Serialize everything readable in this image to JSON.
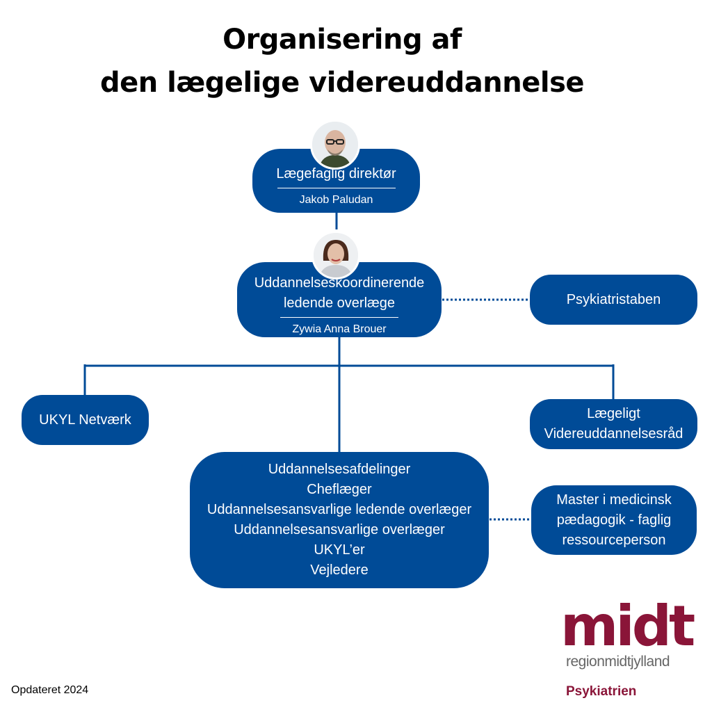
{
  "title": {
    "line1": "Organisering af",
    "line2": "den lægelige videreuddannelse"
  },
  "nodes": {
    "director": {
      "role": "Lægefaglig direktør",
      "name": "Jakob Paludan"
    },
    "coordinator": {
      "role_line1": "Uddannelseskoordinerende",
      "role_line2": "ledende overlæge",
      "name": "Zywia Anna Brouer"
    },
    "psychiatry_staff": {
      "label": "Psykiatristaben"
    },
    "ukyl_network": {
      "label": "UKYL Netværk"
    },
    "council": {
      "line1": "Lægeligt",
      "line2": "Videreuddannelsesråd"
    },
    "departments": {
      "lines": [
        "Uddannelsesafdelinger",
        "Cheflæger",
        "Uddannelsesansvarlige ledende overlæger",
        "Uddannelsesansvarlige overlæger",
        "UKYL’er",
        "Vejledere"
      ]
    },
    "master": {
      "line1": "Master i medicinsk",
      "line2": "pædagogik - faglig",
      "line3": "ressourceperson"
    }
  },
  "logo": {
    "big": "midt",
    "region": "regionmidtjylland",
    "unit": "Psykiatrien"
  },
  "footer": {
    "updated": "Opdateret 2024"
  },
  "colors": {
    "box": "#004b97",
    "logo": "#8a1538"
  }
}
